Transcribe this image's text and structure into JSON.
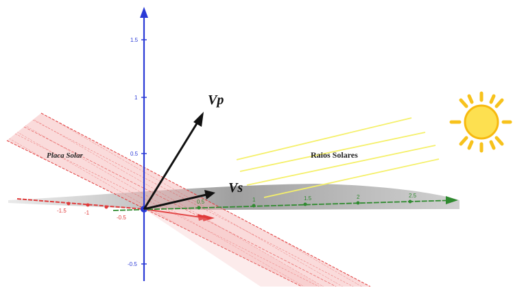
{
  "labels": {
    "vp": "Vp",
    "vs": "Vs",
    "solar_panel": "Placa Solar",
    "sun_rays": "Raios Solares"
  },
  "axis_ticks": {
    "vertical": [
      "1.5",
      "1",
      "0.5",
      "-0.5"
    ],
    "horizontal_left": [
      "-1.5",
      "-1",
      "-0.5"
    ],
    "horizontal_right": [
      "0.5",
      "1",
      "1.5",
      "2",
      "2.5"
    ]
  },
  "colors": {
    "vertical_axis": "#2a3ad6",
    "horizontal_axis": "#2f8a2f",
    "panel": "#e03a3a",
    "rays": "#f5f06a",
    "sun": "#f7c21c",
    "sun_core": "#fde050",
    "vector": "#111111",
    "shadow": "#9a9a9a"
  }
}
